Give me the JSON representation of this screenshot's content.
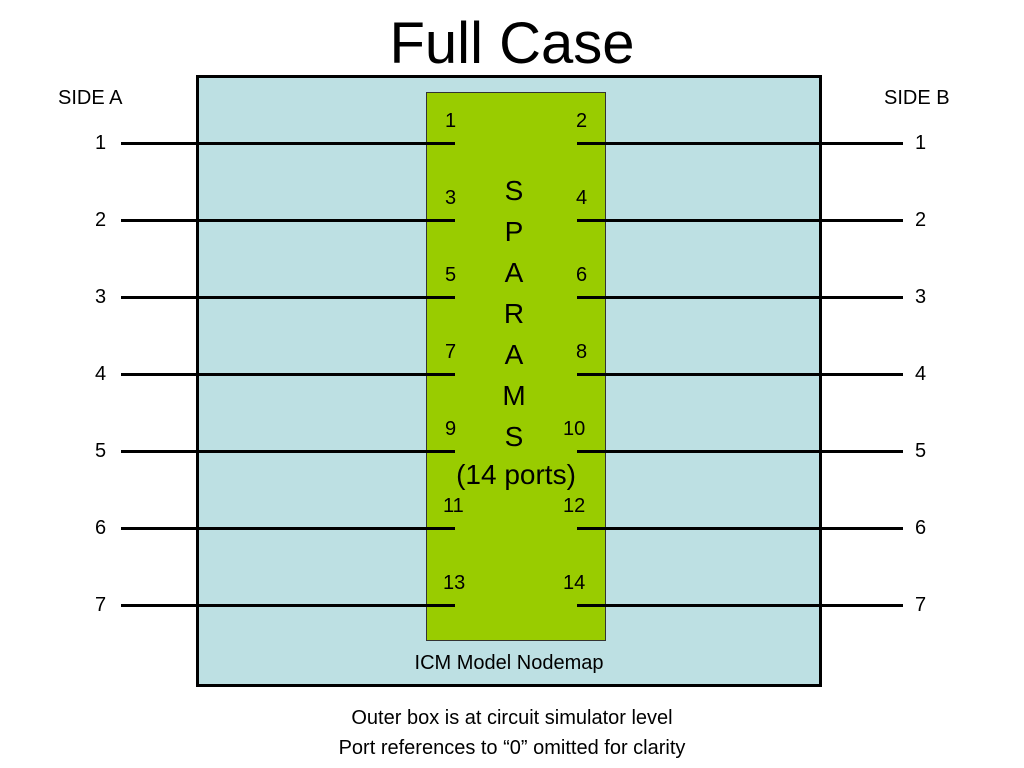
{
  "title": "Full Case",
  "side_a": {
    "label": "SIDE A",
    "numbers": [
      "1",
      "2",
      "3",
      "4",
      "5",
      "6",
      "7"
    ]
  },
  "side_b": {
    "label": "SIDE B",
    "numbers": [
      "1",
      "2",
      "3",
      "4",
      "5",
      "6",
      "7"
    ]
  },
  "sparams": {
    "letters": [
      "S",
      "P",
      "A",
      "R",
      "A",
      "M",
      "S"
    ],
    "ports_label": "(14 ports)",
    "left_ports": [
      "1",
      "3",
      "5",
      "7",
      "9",
      "11",
      "13"
    ],
    "right_ports": [
      "2",
      "4",
      "6",
      "8",
      "10",
      "12",
      "14"
    ]
  },
  "outer_box_label": "ICM Model Nodemap",
  "notes": [
    "Outer box is at circuit simulator level",
    "Port references to “0” omitted for clarity"
  ],
  "colors": {
    "outer_box_fill": "#bde0e3",
    "sparams_fill": "#99cc00",
    "wire": "#000000"
  }
}
